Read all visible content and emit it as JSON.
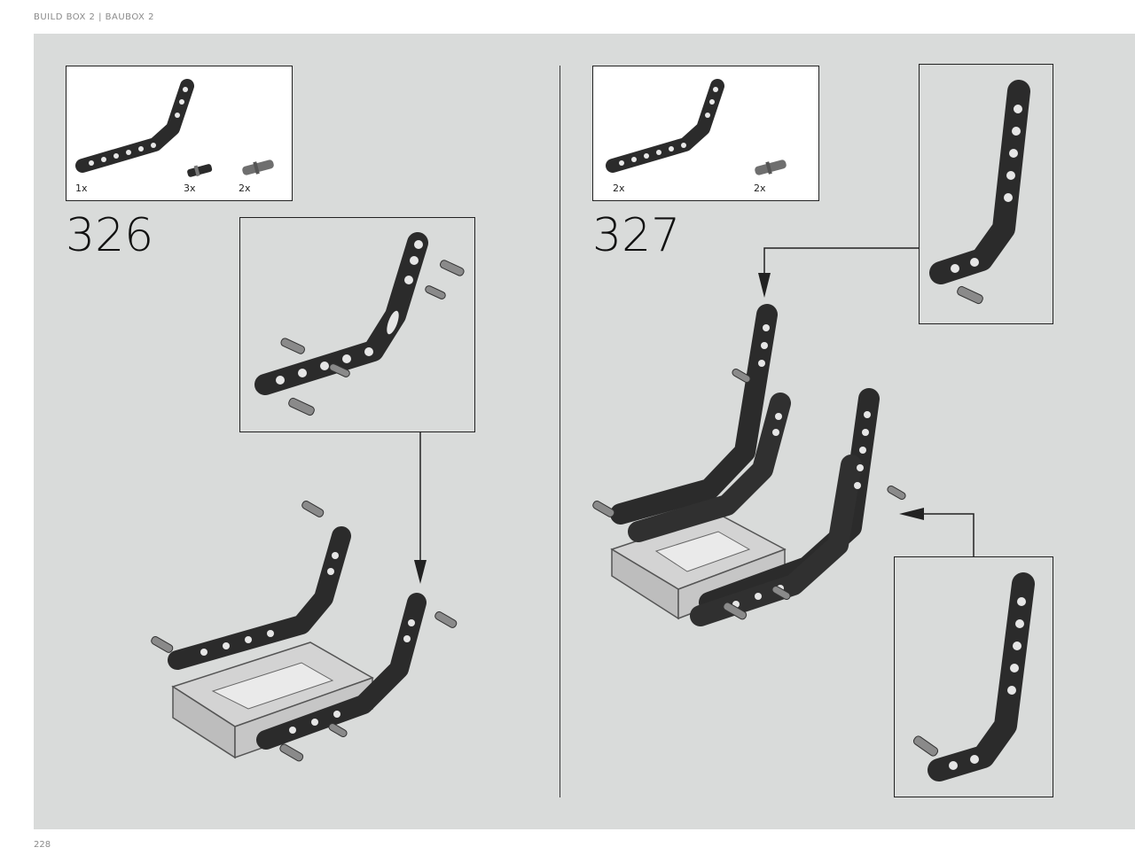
{
  "header": {
    "title": "BUILD BOX 2  |  BAUBOX 2"
  },
  "footer": {
    "page_number": "228"
  },
  "steps": [
    {
      "number": "326",
      "parts": [
        {
          "qty": "1x",
          "icon": "bent-beam-part"
        },
        {
          "qty": "3x",
          "icon": "axle-pin-part"
        },
        {
          "qty": "2x",
          "icon": "friction-pin-part"
        }
      ]
    },
    {
      "number": "327",
      "parts": [
        {
          "qty": "2x",
          "icon": "bent-beam-part"
        },
        {
          "qty": "2x",
          "icon": "friction-pin-part"
        }
      ]
    }
  ],
  "colors": {
    "panel": "#d9dbda",
    "beam": "#2b2b2b",
    "frame": "#c8c8c8"
  }
}
